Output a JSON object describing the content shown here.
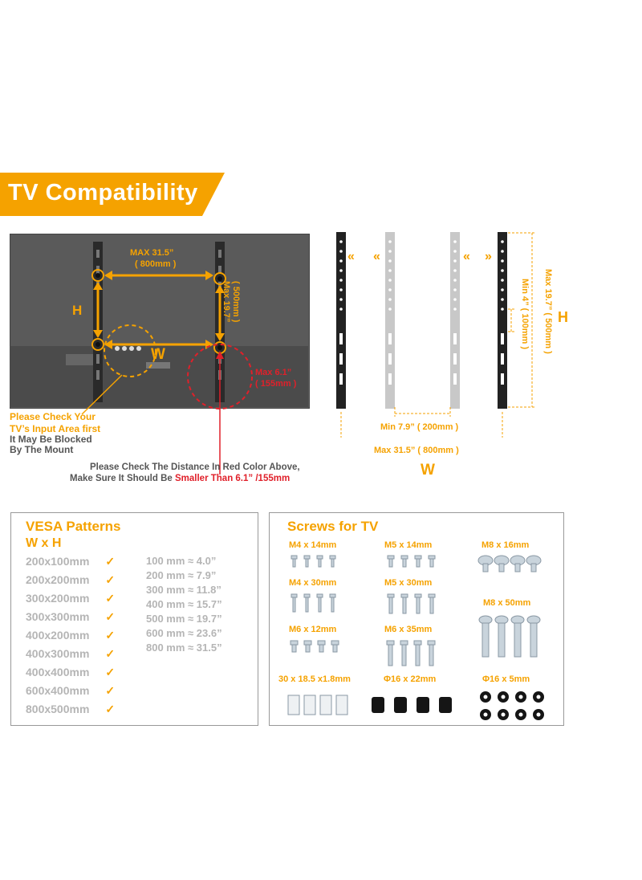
{
  "banner": {
    "title": "TV  Compatibility",
    "color": "#f5a200"
  },
  "tv_diagram": {
    "max_w": "MAX  31.5”",
    "max_w_mm": "( 800mm )",
    "max_h": "Max 19.7”",
    "max_h_mm": "( 500mm )",
    "h_label": "H",
    "w_label": "W",
    "max_depth": "Max  6.1”",
    "max_depth_mm": "( 155mm )",
    "input_note_1": "Please Check Your",
    "input_note_2": "TV’s Input Area first",
    "input_note_3": "It May Be Blocked",
    "input_note_4": "By The Mount",
    "distance_note_1": "Please Check The Distance In Red Color Above,",
    "distance_note_2a": "Make Sure It Should Be ",
    "distance_note_2b": "Smaller Than 6.1”",
    "distance_note_2c": " /155mm"
  },
  "bracket_diagram": {
    "max_h": "Max 19.7” ( 500mm )",
    "min_h": "Min 4” ( 100mm )",
    "h_label": "H",
    "min_w": "Min  7.9” ( 200mm )",
    "max_w": "Max  31.5” ( 800mm )",
    "w_label": "W",
    "arrows_left": "«",
    "arrows_right": "»"
  },
  "vesa": {
    "title": "VESA Patterns",
    "subtitle": "W x H",
    "patterns": [
      "200x100mm",
      "200x200mm",
      "300x200mm",
      "300x300mm",
      "400x200mm",
      "400x300mm",
      "400x400mm",
      "600x400mm",
      "800x500mm"
    ],
    "check": "✓",
    "conversions": [
      "100 mm ≈   4.0”",
      "200 mm ≈   7.9”",
      "300 mm ≈ 11.8”",
      "400 mm ≈ 15.7”",
      "500 mm ≈ 19.7”",
      "600 mm ≈ 23.6”",
      "800 mm ≈ 31.5”"
    ]
  },
  "screws": {
    "title": "Screws for TV",
    "items": [
      "M4 x 14mm",
      "M5 x 14mm",
      "M8 x 16mm",
      "M4 x 30mm",
      "M5 x 30mm",
      "M8 x 50mm",
      "M6 x 12mm",
      "M6 x 35mm",
      "30 x 18.5 x1.8mm",
      "Φ16 x 22mm",
      "Φ16 x 5mm"
    ]
  }
}
